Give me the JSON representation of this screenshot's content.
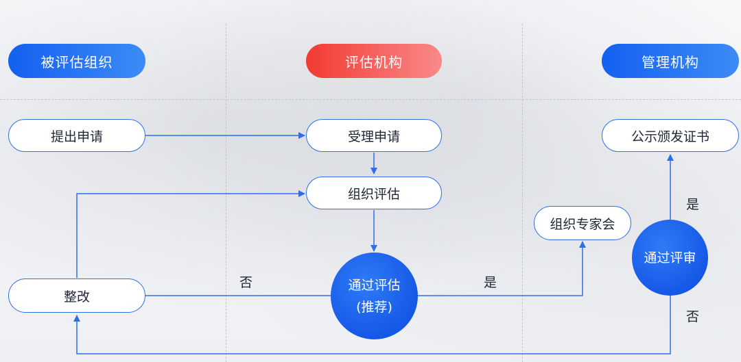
{
  "headers": {
    "col1": "被评估组织",
    "col2": "评估机构",
    "col3": "管理机构"
  },
  "nodes": {
    "submit": "提出申请",
    "accept": "受理申请",
    "organize": "组织评估",
    "rectify": "整改",
    "experts": "组织专家会",
    "certify": "公示颁发证书"
  },
  "decisions": {
    "eval_line1": "通过评估",
    "eval_line2": "(推荐)",
    "review": "通过评审"
  },
  "edge_labels": {
    "no_left": "否",
    "yes_mid": "是",
    "yes_right": "是",
    "no_right": "否"
  },
  "colors": {
    "primary_blue": "#1460f0",
    "accent_red": "#f23a32",
    "line_blue": "#2e6ee8"
  }
}
